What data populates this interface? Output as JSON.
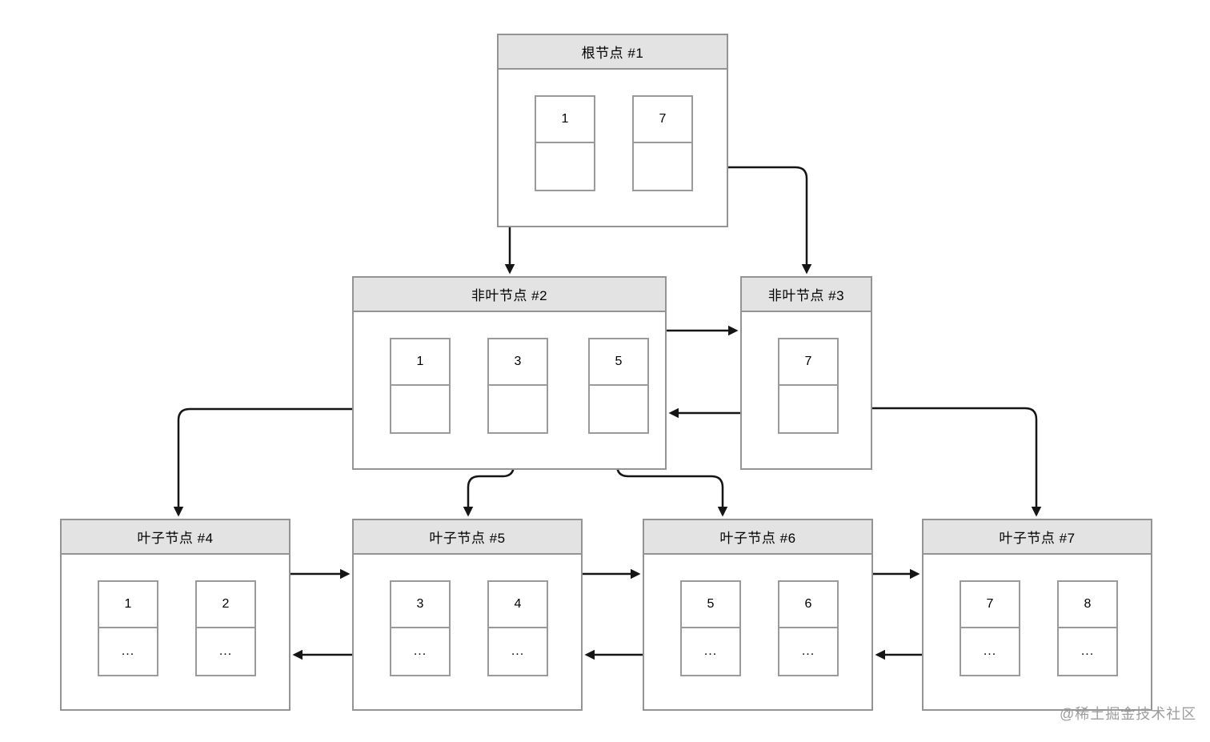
{
  "diagram_type": "b-plus-tree",
  "nodes": {
    "root1": {
      "title": "根节点 #1",
      "cells": [
        {
          "value": "1"
        },
        {
          "value": "7"
        }
      ]
    },
    "internal2": {
      "title": "非叶节点 #2",
      "cells": [
        {
          "value": "1"
        },
        {
          "value": "3"
        },
        {
          "value": "5"
        }
      ]
    },
    "internal3": {
      "title": "非叶节点 #3",
      "cells": [
        {
          "value": "7"
        }
      ]
    },
    "leaf4": {
      "title": "叶子节点 #4",
      "cells": [
        {
          "value": "1",
          "sub": "..."
        },
        {
          "value": "2",
          "sub": "..."
        }
      ]
    },
    "leaf5": {
      "title": "叶子节点 #5",
      "cells": [
        {
          "value": "3",
          "sub": "..."
        },
        {
          "value": "4",
          "sub": "..."
        }
      ]
    },
    "leaf6": {
      "title": "叶子节点 #6",
      "cells": [
        {
          "value": "5",
          "sub": "..."
        },
        {
          "value": "6",
          "sub": "..."
        }
      ]
    },
    "leaf7": {
      "title": "叶子节点 #7",
      "cells": [
        {
          "value": "7",
          "sub": "..."
        },
        {
          "value": "8",
          "sub": "..."
        }
      ]
    }
  },
  "edges": [
    {
      "from": "root1.cell1.pointer",
      "to": "internal2.top"
    },
    {
      "from": "root1.cell7.pointer",
      "to": "internal3.top"
    },
    {
      "from": "internal2.right",
      "to": "internal3.left"
    },
    {
      "from": "internal3.left",
      "to": "internal2.right"
    },
    {
      "from": "internal2.cell1.pointer",
      "to": "leaf4.top"
    },
    {
      "from": "internal2.cell3.pointer",
      "to": "leaf5.top"
    },
    {
      "from": "internal2.cell5.pointer",
      "to": "leaf6.top"
    },
    {
      "from": "internal3.cell7.pointer",
      "to": "leaf7.top"
    },
    {
      "from": "leaf4.right",
      "to": "leaf5.left"
    },
    {
      "from": "leaf5.left",
      "to": "leaf4.right"
    },
    {
      "from": "leaf5.right",
      "to": "leaf6.left"
    },
    {
      "from": "leaf6.left",
      "to": "leaf5.right"
    },
    {
      "from": "leaf6.right",
      "to": "leaf7.left"
    },
    {
      "from": "leaf7.left",
      "to": "leaf6.right"
    }
  ],
  "watermark": "@稀土掘金技术社区",
  "colors": {
    "header_fill": "#e3e3e3",
    "box_border": "#949494",
    "cell_border": "#9a9a9a",
    "arrow_line": "#151515",
    "watermark": "#9c9c9c",
    "background": "#ffffff"
  }
}
